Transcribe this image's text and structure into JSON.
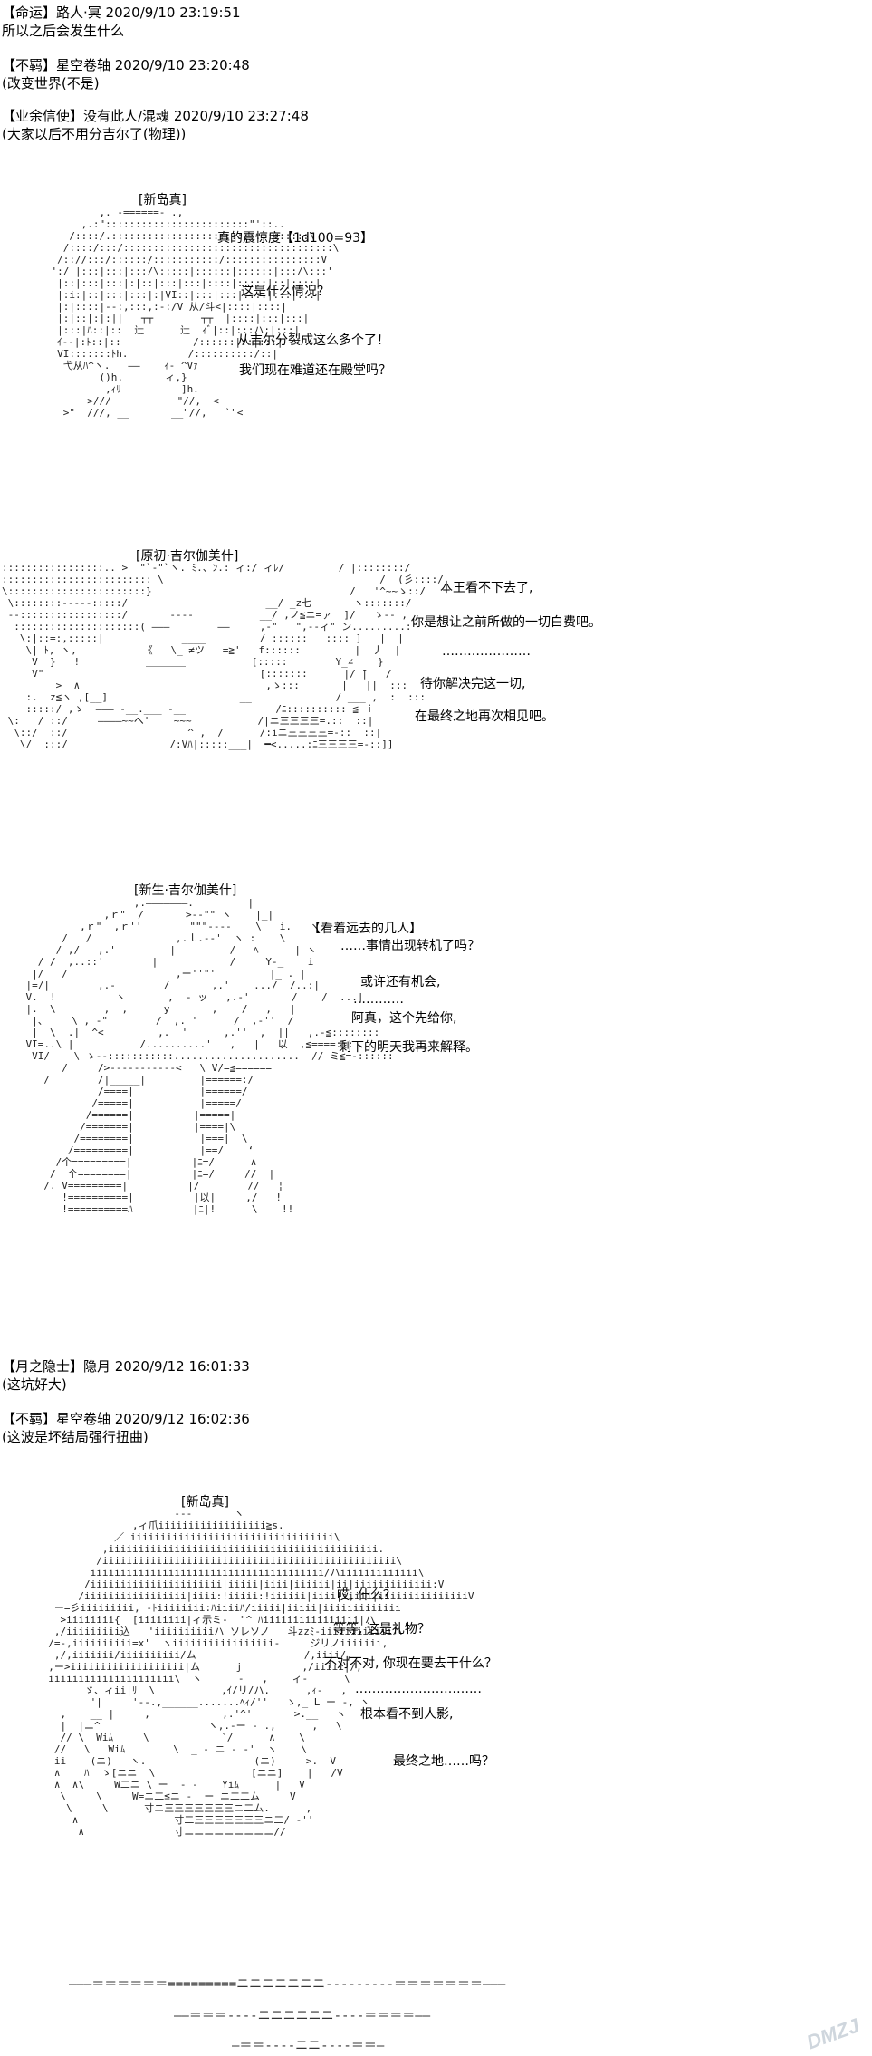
{
  "comments_top": [
    {
      "header": "【命运】路人·冥 2020/9/10 23:19:51",
      "body": "所以之后会发生什么"
    },
    {
      "header": "【不羁】星空卷轴 2020/9/10 23:20:48",
      "body": "(改变世界(不是)"
    },
    {
      "header": "【业余信使】没有此人/混魂 2020/9/10 23:27:48",
      "body": "(大家以后不用分吉尔了(物理))"
    }
  ],
  "scene1": {
    "name": "[新岛真]",
    "lines": [
      "真的震惊度【1d100=93】",
      "这是什么情况？",
      "从吉尔分裂成这么多个了！",
      "我们现在难道还在殿堂吗？"
    ]
  },
  "scene2": {
    "name": "[原初·吉尔伽美什]",
    "lines": [
      "本王看不下去了,",
      "你是想让之前所做的一切白费吧。",
      "…………………",
      "待你解决完这一切,",
      "在最终之地再次相见吧。"
    ]
  },
  "scene3": {
    "name": "[新生·吉尔伽美什]",
    "lines": [
      "【看着远去的几人】",
      "……事情出现转机了吗？",
      "或许还有机会,",
      "…………",
      "阿真，这个先给你,",
      "剩下的明天我再来解释。"
    ]
  },
  "comments_mid": [
    {
      "header": "【月之隐士】隐月 2020/9/12 16:01:33",
      "body": "(这坑好大)"
    },
    {
      "header": "【不羁】星空卷轴 2020/9/12 16:02:36",
      "body": "(这波是坏结局强行扭曲)"
    }
  ],
  "scene4": {
    "name": "[新岛真]",
    "lines": [
      "哎, 什么？",
      "等等, 这是礼物？",
      "不对不对, 你现在要去干什么？",
      "…………………………",
      "根本看不到人影,",
      "最终之地……吗？"
    ]
  },
  "separators": [
    "———＝＝＝＝＝＝=========ニニニニニニニ---------＝＝＝＝＝＝＝———",
    "——＝＝＝----ニニニニニニ----＝＝＝＝——",
    "—＝＝----ニニ----＝＝—"
  ],
  "watermark": "DMZJ"
}
